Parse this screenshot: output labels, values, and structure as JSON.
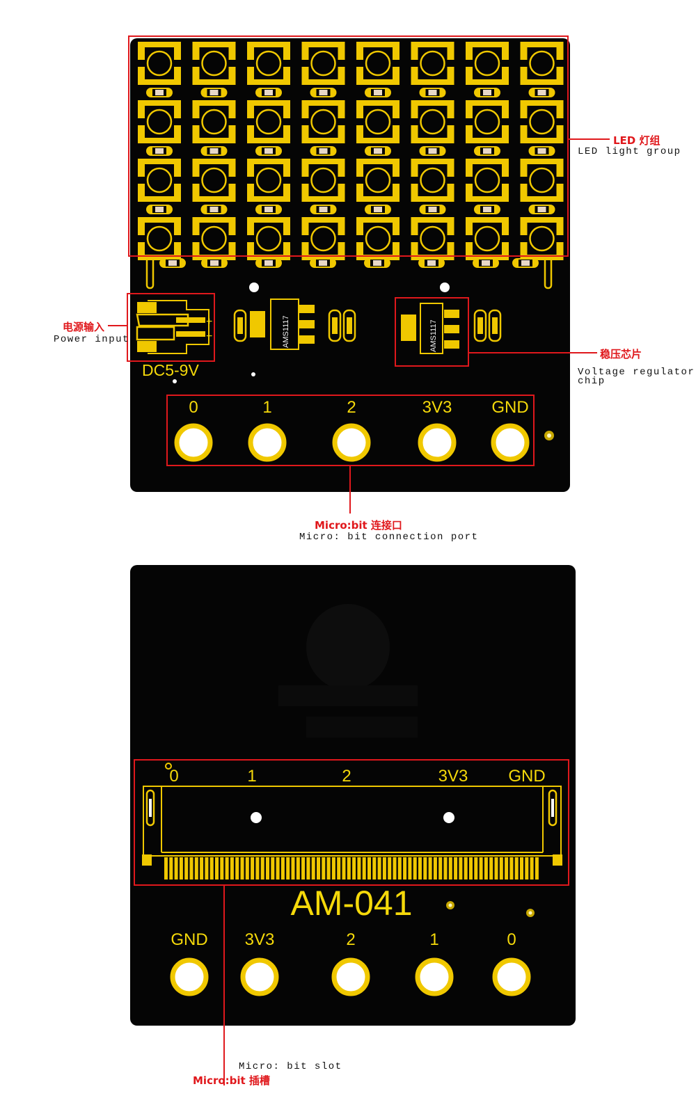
{
  "top_board": {
    "led_rows": 4,
    "led_cols": 8,
    "power_jack": {
      "label": "DC5-9V",
      "plus": "+",
      "minus": "−"
    },
    "regulators": [
      {
        "marking": "AMS1117"
      },
      {
        "marking": "AMS1117"
      }
    ],
    "header_pins": [
      "0",
      "1",
      "2",
      "3V3",
      "GND"
    ]
  },
  "bottom_board": {
    "slot_pins": [
      "0",
      "1",
      "2",
      "3V3",
      "GND"
    ],
    "model": "AM-041",
    "header_pins": [
      "GND",
      "3V3",
      "2",
      "1",
      "0"
    ]
  },
  "callouts": {
    "led_group": {
      "cn": "LED 灯组",
      "en": "LED light group"
    },
    "power_input": {
      "cn": "电源输入",
      "en": "Power input"
    },
    "regulator": {
      "cn": "稳压芯片",
      "en_line1": "Voltage regulator",
      "en_line2": "chip"
    },
    "connection_port": {
      "cn": "Micro:bit 连接口",
      "en": "Micro: bit connection port"
    },
    "slot": {
      "cn": "Micro:bit 插槽",
      "en": "Micro: bit slot"
    }
  },
  "colors": {
    "board": "#050505",
    "pad_gold": "#f0c800",
    "silkscreen": "#f5d90a",
    "callout_red": "#e0181c"
  }
}
